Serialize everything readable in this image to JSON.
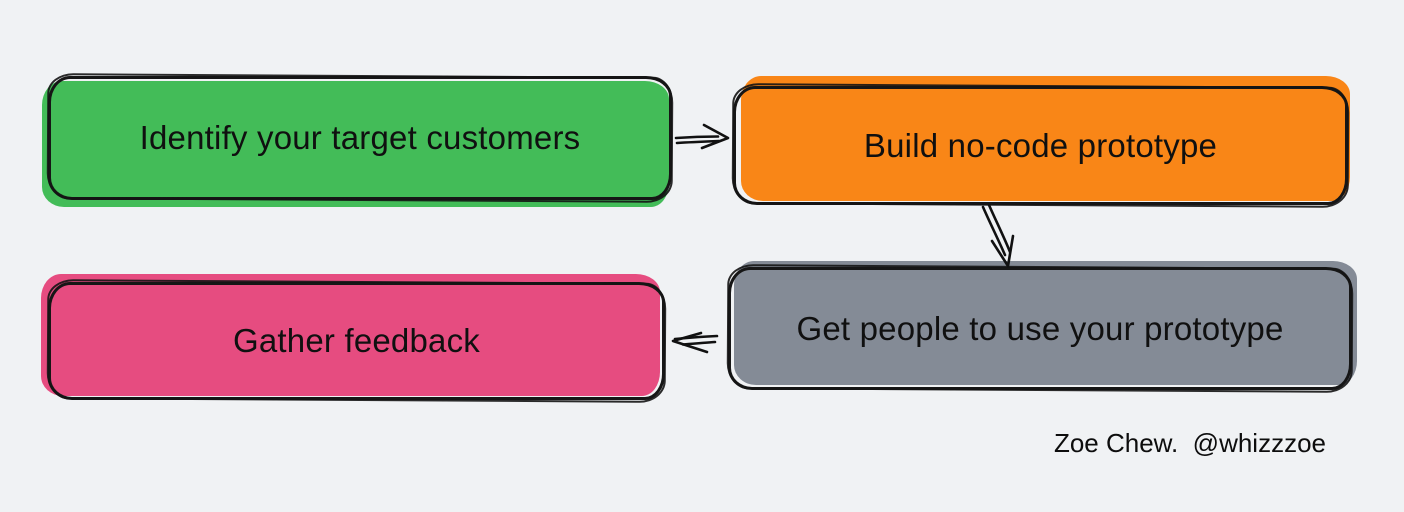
{
  "canvas": {
    "background": "#f0f2f4",
    "ink": "#111111"
  },
  "flowchart": {
    "type": "flow-diagram",
    "nodes": [
      {
        "id": "identify-customers",
        "label": "Identify your target customers",
        "fill": "#43bc58"
      },
      {
        "id": "build-prototype",
        "label": "Build no-code prototype",
        "fill": "#f98617"
      },
      {
        "id": "use-prototype",
        "label": "Get people to use your prototype",
        "fill": "#848b96"
      },
      {
        "id": "gather-feedback",
        "label": "Gather feedback",
        "fill": "#e64c80"
      }
    ],
    "edges": [
      {
        "from": "identify-customers",
        "to": "build-prototype",
        "direction": "right"
      },
      {
        "from": "build-prototype",
        "to": "use-prototype",
        "direction": "down"
      },
      {
        "from": "use-prototype",
        "to": "gather-feedback",
        "direction": "left"
      }
    ]
  },
  "attribution": {
    "text": "Zoe Chew.  @whizzzoe"
  }
}
